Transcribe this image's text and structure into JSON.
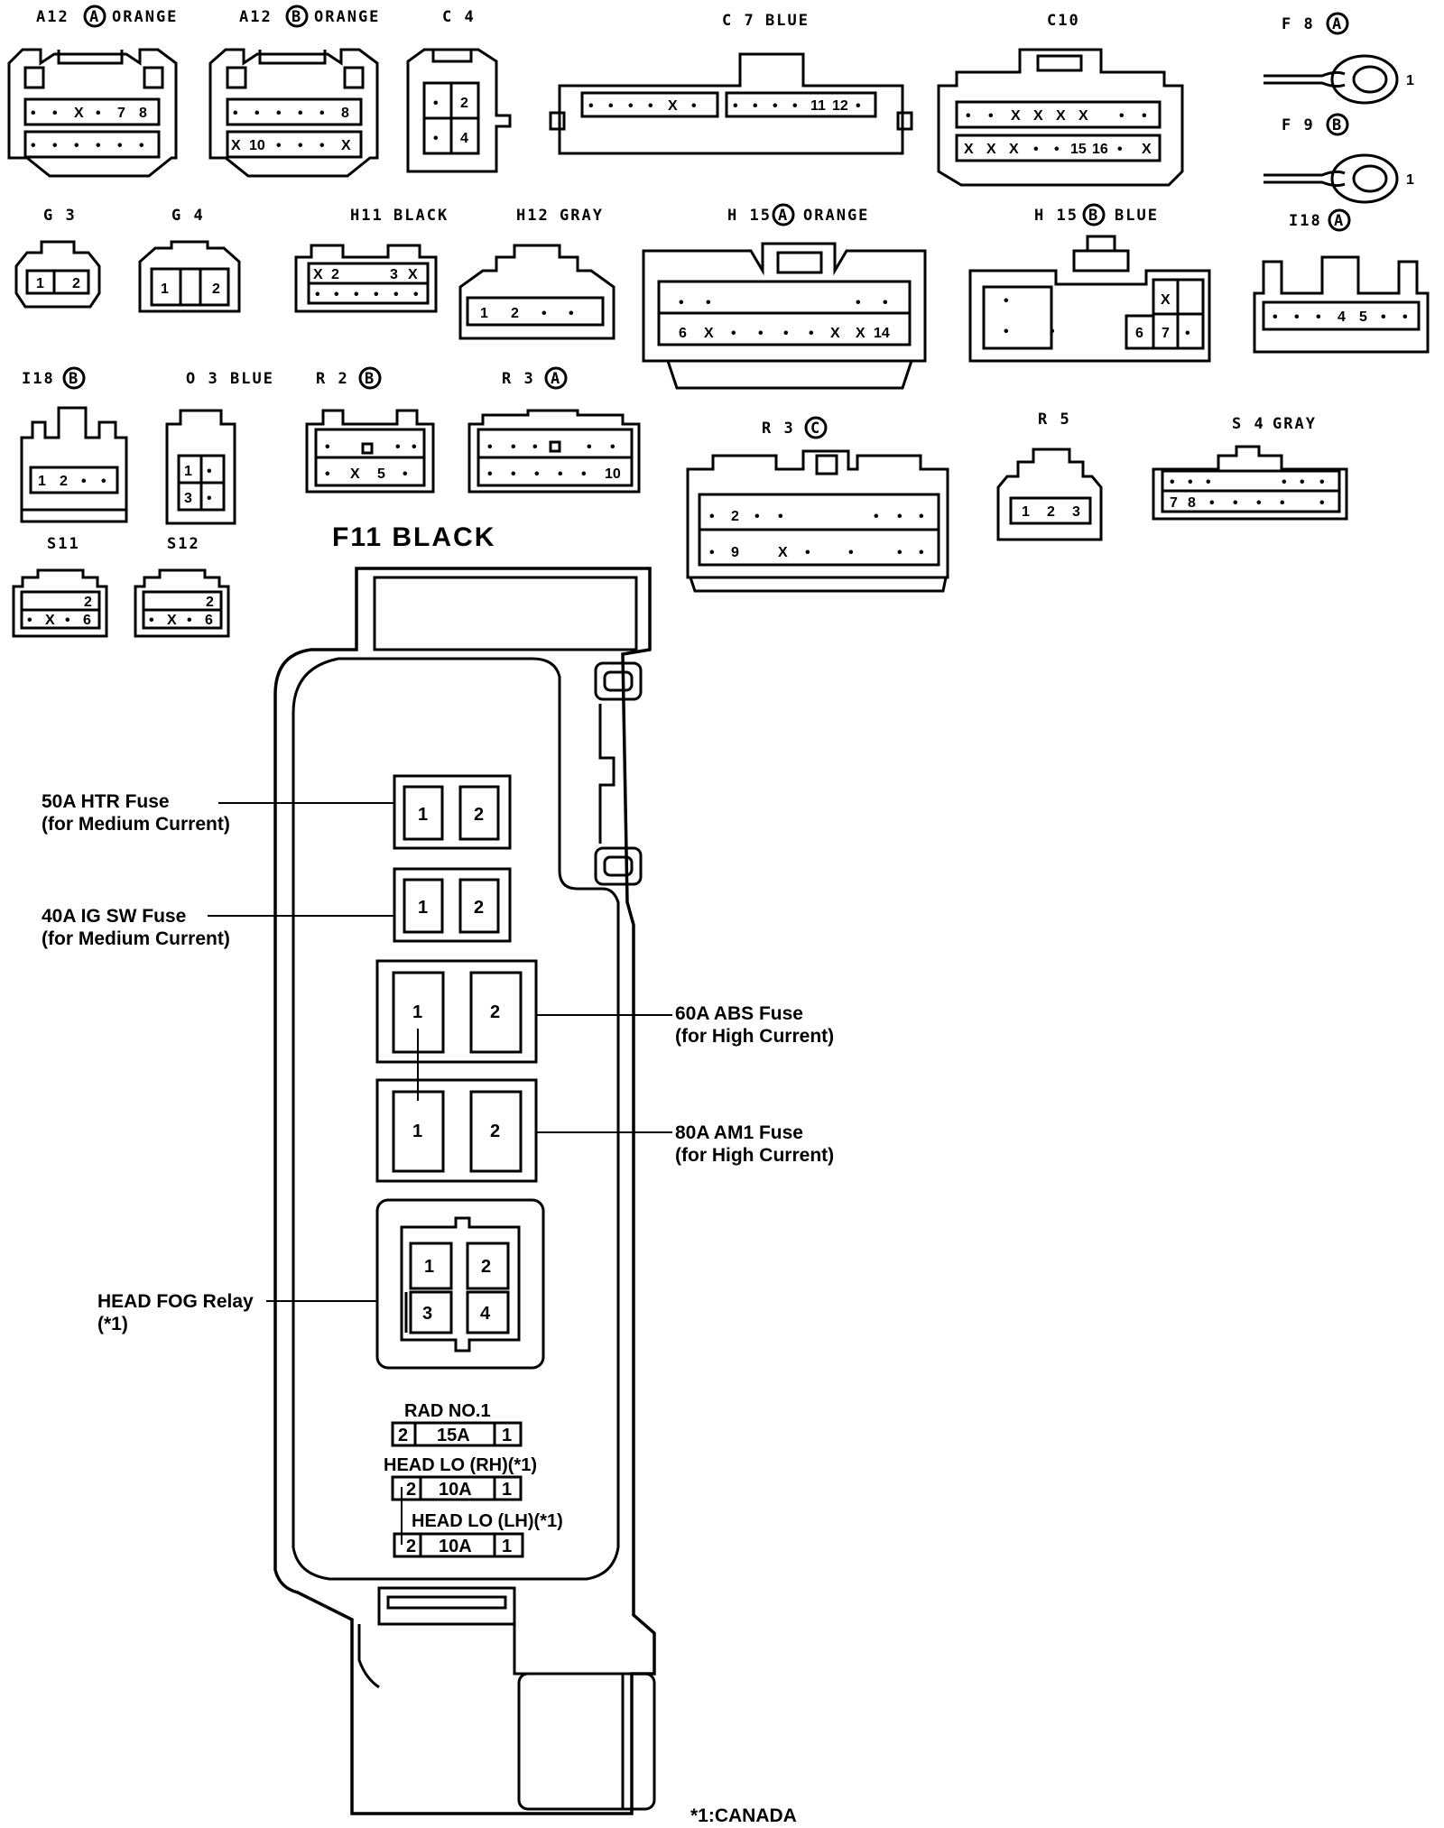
{
  "connectors": {
    "a12a": {
      "name": "A12",
      "badge": "A",
      "color": "ORANGE",
      "row1": [
        "•",
        "•",
        "X",
        "•",
        "7",
        "8"
      ],
      "row2": [
        "•",
        "•",
        "•",
        "•",
        "•",
        "•"
      ]
    },
    "a12b": {
      "name": "A12",
      "badge": "B",
      "color": "ORANGE",
      "row1": [
        "•",
        "•",
        "•",
        "•",
        "•",
        "8"
      ],
      "row2": [
        "X",
        "10",
        "•",
        "•",
        "•",
        "X"
      ]
    },
    "c4": {
      "name": "C 4",
      "pins": [
        "•",
        "2",
        "•",
        "4"
      ]
    },
    "c7": {
      "name": "C 7",
      "color": "BLUE",
      "pins": [
        "•",
        "•",
        "•",
        "•",
        "X",
        "•",
        "•",
        "•",
        "•",
        "•",
        "11",
        "12",
        "•"
      ]
    },
    "c10": {
      "name": "C10",
      "row1": [
        "•",
        "•",
        "X",
        "X",
        "X",
        "X",
        "•",
        "•"
      ],
      "row2": [
        "X",
        "X",
        "X",
        "•",
        "•",
        "15",
        "16",
        "•",
        "X"
      ]
    },
    "f8": {
      "name": "F 8",
      "badge": "A",
      "pin": "1"
    },
    "f9": {
      "name": "F 9",
      "badge": "B",
      "pin": "1"
    },
    "g3": {
      "name": "G 3",
      "pins": [
        "1",
        "2"
      ]
    },
    "g4": {
      "name": "G 4",
      "pins": [
        "1",
        "2"
      ]
    },
    "h11": {
      "name": "H11",
      "color": "BLACK",
      "row1": [
        "X",
        "2",
        "3",
        "X"
      ],
      "row2": [
        "•",
        "•",
        "•",
        "•",
        "•",
        "•"
      ]
    },
    "h12": {
      "name": "H12",
      "color": "GRAY",
      "pins": [
        "1",
        "2",
        "•",
        "•"
      ]
    },
    "h15a": {
      "name": "H 15",
      "badge": "A",
      "color": "ORANGE",
      "row1": [
        "•",
        "•",
        "•",
        "•"
      ],
      "row2": [
        "6",
        "X",
        "•",
        "•",
        "•",
        "•",
        "X",
        "X",
        "14"
      ]
    },
    "h15b": {
      "name": "H 15",
      "badge": "B",
      "color": "BLUE",
      "pins": [
        "•",
        "•",
        "•",
        "X",
        "6",
        "7",
        "•"
      ]
    },
    "i18a": {
      "name": "I18",
      "badge": "A",
      "pins": [
        "•",
        "•",
        "•",
        "4",
        "5",
        "•",
        "•"
      ]
    },
    "i18b": {
      "name": "I18",
      "badge": "B",
      "pins": [
        "1",
        "2",
        "•",
        "•"
      ]
    },
    "o3": {
      "name": "O 3",
      "color": "BLUE",
      "pins": [
        "1",
        "•",
        "3",
        "•"
      ]
    },
    "r2b": {
      "name": "R 2",
      "badge": "B",
      "row1": [
        "•",
        "•",
        "•"
      ],
      "row2": [
        "•",
        "X",
        "5",
        "•"
      ]
    },
    "r3a": {
      "name": "R 3",
      "badge": "A",
      "row1": [
        "•",
        "•",
        "•",
        "•",
        "•"
      ],
      "row2": [
        "•",
        "•",
        "•",
        "•",
        "•",
        "10"
      ]
    },
    "r3c": {
      "name": "R 3",
      "badge": "C",
      "row1": [
        "•",
        "2",
        "•",
        "•",
        "•",
        "•",
        "•"
      ],
      "row2": [
        "•",
        "9",
        "X",
        "•",
        "•",
        "•",
        "•"
      ]
    },
    "r5": {
      "name": "R 5",
      "pins": [
        "1",
        "2",
        "3"
      ]
    },
    "s4": {
      "name": "S 4",
      "color": "GRAY",
      "row1": [
        "•",
        "•",
        "•",
        "•",
        "•",
        "•"
      ],
      "row2": [
        "7",
        "8",
        "•",
        "•",
        "•",
        "•",
        "•"
      ]
    },
    "s11": {
      "name": "S11",
      "row1": [
        "2"
      ],
      "row2": [
        "•",
        "X",
        "•",
        "6"
      ]
    },
    "s12": {
      "name": "S12",
      "row1": [
        "2"
      ],
      "row2": [
        "•",
        "X",
        "•",
        "6"
      ]
    }
  },
  "fusebox": {
    "title": "F11  BLACK",
    "htr": {
      "label": "50A HTR Fuse",
      "sub": "(for Medium Current)",
      "pins": [
        "1",
        "2"
      ]
    },
    "igsw": {
      "label": "40A IG SW Fuse",
      "sub": "(for Medium Current)",
      "pins": [
        "1",
        "2"
      ]
    },
    "abs": {
      "label": "60A ABS Fuse",
      "sub": "(for High Current)",
      "pins": [
        "1",
        "2"
      ]
    },
    "am1": {
      "label": "80A AM1 Fuse",
      "sub": "(for High Current)",
      "pins": [
        "1",
        "2"
      ]
    },
    "relay": {
      "label": "HEAD FOG Relay",
      "sub": "(*1)",
      "pins": [
        "1",
        "2",
        "3",
        "4"
      ]
    },
    "rad": {
      "label": "RAD NO.1",
      "left": "2",
      "mid": "15A",
      "right": "1"
    },
    "headrh": {
      "label": "HEAD LO (RH)(*1)",
      "left": "2",
      "mid": "10A",
      "right": "1"
    },
    "headlh": {
      "label": "HEAD LO (LH)(*1)",
      "left": "2",
      "mid": "10A",
      "right": "1"
    }
  },
  "footnote": "*1:CANADA"
}
